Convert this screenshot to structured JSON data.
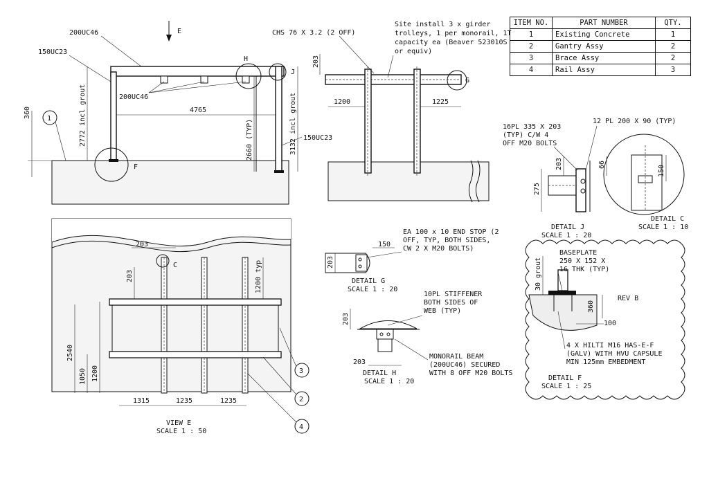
{
  "bom": {
    "headers": [
      "ITEM NO.",
      "PART NUMBER",
      "QTY."
    ],
    "rows": [
      {
        "item": "1",
        "part": "Existing Concrete",
        "qty": "1"
      },
      {
        "item": "2",
        "part": "Gantry Assy",
        "qty": "2"
      },
      {
        "item": "3",
        "part": "Brace Assy",
        "qty": "2"
      },
      {
        "item": "4",
        "part": "Rail Assy",
        "qty": "3"
      }
    ]
  },
  "elevation": {
    "view_arrow": "E",
    "beam_top": "200UC46",
    "col_left": "150UC23",
    "col_right": "150UC23",
    "rails": "200UC46",
    "span": "4765",
    "dim_360": "360",
    "height_left": "2772 incl grout",
    "height_typ": "2660 (TYP)",
    "height_right": "3132 incl grout",
    "detail_h": "H",
    "detail_j": "J",
    "detail_f": "F",
    "balloon_1": "1"
  },
  "side_view": {
    "chs": "CHS 76 X 3.2 (2 OFF)",
    "note": [
      "Site install 3 x girder",
      "trolleys, 1 per monorail, 1T",
      "capacity ea (Beaver 523010S",
      "or equiv)"
    ],
    "dim_203": "203",
    "dim_1200": "1200",
    "dim_1225": "1225",
    "detail_g": "G"
  },
  "detail_j": {
    "plate_16": [
      "16PL 335 X 203",
      "(TYP) C/W 4",
      "OFF M20 BOLTS"
    ],
    "plate_12": "12 PL 200 X 90 (TYP)",
    "dim_203": "203",
    "dim_66": "66",
    "dim_275": "275",
    "title": "DETAIL J",
    "scale": "SCALE 1 : 20"
  },
  "detail_c": {
    "dim_150": "150",
    "title": "DETAIL C",
    "scale": "SCALE 1 : 10"
  },
  "plan_view": {
    "dim_203_a": "203",
    "dim_203_b": "203",
    "detail_c": "C",
    "dim_1200typ": "1200 typ",
    "dim_2540": "2540",
    "dim_1050": "1050",
    "dim_1200": "1200",
    "dim_1315": "1315",
    "dim_1235_a": "1235",
    "dim_1235_b": "1235",
    "title": "VIEW E",
    "scale": "SCALE 1 : 50",
    "balloon_2": "2",
    "balloon_3": "3",
    "balloon_4": "4"
  },
  "detail_g": {
    "note": [
      "EA 100 x 10 END STOP (2",
      "OFF, TYP, BOTH SIDES,",
      "CW 2 X M20 BOLTS)"
    ],
    "dim_150": "150",
    "dim_203": "203",
    "title": "DETAIL G",
    "scale": "SCALE 1 : 20"
  },
  "detail_h": {
    "stiffener": [
      "10PL STIFFENER",
      "BOTH SIDES OF",
      "WEB (TYP)"
    ],
    "monorail": [
      "MONORAIL BEAM",
      "(200UC46) SECURED",
      "WITH 8 OFF M20 BOLTS"
    ],
    "dim_203_v": "203",
    "dim_203_h": "203",
    "title": "DETAIL H",
    "scale": "SCALE 1 : 20"
  },
  "detail_f": {
    "baseplate": [
      "BASEPLATE",
      "250 X 152 X",
      "16 THK (TYP)"
    ],
    "grout": "30 grout",
    "rev": "REV B",
    "dim_360": "360",
    "dim_100": "100",
    "anchors": [
      "4 X HILTI M16 HAS-E-F",
      "(GALV) WITH HVU CAPSULE",
      "MIN 125mm EMBEDMENT"
    ],
    "title": "DETAIL F",
    "scale": "SCALE 1 : 25"
  }
}
